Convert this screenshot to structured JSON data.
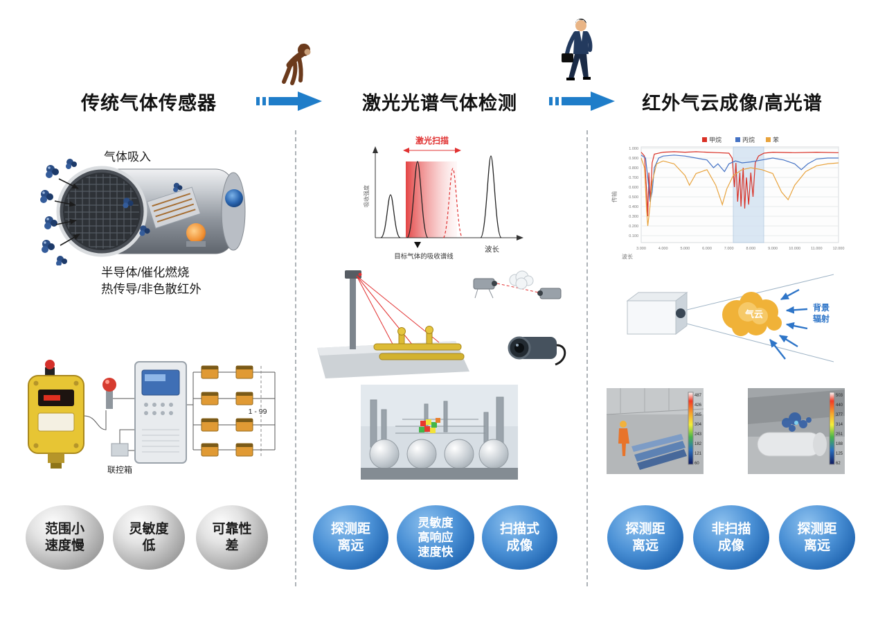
{
  "header": {
    "columns": [
      {
        "title": "传统气体传感器"
      },
      {
        "title": "激光光谱气体检测"
      },
      {
        "title": "红外气云成像/高光谱"
      }
    ]
  },
  "icons": {
    "evolution_stage_1": "chimpanzee-walking",
    "evolution_stage_2": "businessman-walking",
    "arrow": "right-arrow"
  },
  "colors": {
    "arrow_blue": "#1f7dc9",
    "bubble_blue": "#1f64b0",
    "bubble_gray": "#a9a9a9",
    "laser_red": "#e23030",
    "gas_cloud_yellow": "#f0b238"
  },
  "col1": {
    "intake_label": "气体吸入",
    "tech_lines": [
      "半导体/催化燃烧",
      "热传导/非色散红外"
    ],
    "controller_label": "联控箱",
    "network_range": "1 - 99",
    "bubbles": [
      {
        "text": "范围小\n速度慢"
      },
      {
        "text": "灵敏度\n低"
      },
      {
        "text": "可靠性\n差"
      }
    ]
  },
  "col2": {
    "bubbles": [
      {
        "text": "探测距\n离远"
      },
      {
        "text": "灵敏度\n高响应\n速度快"
      },
      {
        "text": "扫描式\n成像"
      }
    ]
  },
  "col3": {
    "cloud_label": "气云",
    "background_lines": [
      "背景",
      "辐射"
    ],
    "thermal1": {
      "scale": [
        "487",
        "426",
        "365",
        "304",
        "243",
        "182",
        "121",
        "60"
      ]
    },
    "thermal2": {
      "scale": [
        "503",
        "440",
        "377",
        "314",
        "251",
        "188",
        "125",
        "62"
      ]
    },
    "bubbles": [
      {
        "text": "探测距\n离远"
      },
      {
        "text": "非扫描\n成像"
      },
      {
        "text": "探测距\n离远"
      }
    ]
  },
  "chart_data": [
    {
      "id": "absorption-schematic",
      "type": "line",
      "title": "激光扫描",
      "xlabel": "波长",
      "ylabel": "吸收强度",
      "annotations": [
        "目标气体的吸收谱线"
      ],
      "description": "示意图：窄吸收峰谱线，红色区域为激光扫描范围，红色虚线峰为目标气体吸收谱线"
    },
    {
      "id": "transmission-spectra",
      "type": "line",
      "xlabel": "波长",
      "ylabel": "传输",
      "legend_position": "top",
      "xlim": [
        3,
        12
      ],
      "ylim": [
        0,
        1
      ],
      "x_ticks": [
        "3.000",
        "4.000",
        "5.000",
        "6.000",
        "7.000",
        "8.000",
        "9.000",
        "10.000",
        "11.000",
        "12.000"
      ],
      "y_ticks": [
        "1.000",
        "0.900",
        "0.800",
        "0.700",
        "0.600",
        "0.500",
        "0.400",
        "0.300",
        "0.200",
        "0.100"
      ],
      "highlight_band_x": [
        7.2,
        8.6
      ],
      "series": [
        {
          "name": "甲烷",
          "color": "#d93025",
          "points": [
            [
              3.0,
              0.96
            ],
            [
              3.15,
              0.92
            ],
            [
              3.25,
              0.55
            ],
            [
              3.3,
              0.3
            ],
            [
              3.35,
              0.75
            ],
            [
              3.42,
              0.45
            ],
            [
              3.5,
              0.85
            ],
            [
              3.6,
              0.94
            ],
            [
              4.0,
              0.96
            ],
            [
              4.5,
              0.965
            ],
            [
              5.0,
              0.96
            ],
            [
              5.5,
              0.965
            ],
            [
              6.0,
              0.96
            ],
            [
              6.5,
              0.955
            ],
            [
              7.0,
              0.95
            ],
            [
              7.15,
              0.9
            ],
            [
              7.25,
              0.6
            ],
            [
              7.32,
              0.85
            ],
            [
              7.4,
              0.45
            ],
            [
              7.5,
              0.75
            ],
            [
              7.55,
              0.4
            ],
            [
              7.65,
              0.8
            ],
            [
              7.72,
              0.38
            ],
            [
              7.8,
              0.7
            ],
            [
              7.9,
              0.42
            ],
            [
              8.0,
              0.75
            ],
            [
              8.1,
              0.5
            ],
            [
              8.2,
              0.85
            ],
            [
              8.35,
              0.92
            ],
            [
              8.6,
              0.95
            ],
            [
              9.0,
              0.96
            ],
            [
              10.0,
              0.955
            ],
            [
              11.0,
              0.96
            ],
            [
              12.0,
              0.955
            ]
          ]
        },
        {
          "name": "丙烷",
          "color": "#4472c4",
          "points": [
            [
              3.0,
              0.93
            ],
            [
              3.2,
              0.9
            ],
            [
              3.3,
              0.7
            ],
            [
              3.4,
              0.45
            ],
            [
              3.5,
              0.55
            ],
            [
              3.6,
              0.8
            ],
            [
              3.8,
              0.9
            ],
            [
              4.0,
              0.92
            ],
            [
              4.5,
              0.93
            ],
            [
              5.0,
              0.92
            ],
            [
              5.5,
              0.9
            ],
            [
              6.0,
              0.88
            ],
            [
              6.3,
              0.8
            ],
            [
              6.5,
              0.84
            ],
            [
              6.8,
              0.76
            ],
            [
              7.0,
              0.84
            ],
            [
              7.3,
              0.87
            ],
            [
              7.6,
              0.85
            ],
            [
              8.0,
              0.86
            ],
            [
              8.5,
              0.88
            ],
            [
              9.0,
              0.9
            ],
            [
              9.5,
              0.88
            ],
            [
              10.0,
              0.84
            ],
            [
              10.3,
              0.78
            ],
            [
              10.6,
              0.84
            ],
            [
              11.0,
              0.89
            ],
            [
              11.5,
              0.9
            ],
            [
              12.0,
              0.9
            ]
          ]
        },
        {
          "name": "苯",
          "color": "#e8a33d",
          "points": [
            [
              3.0,
              0.9
            ],
            [
              3.15,
              0.8
            ],
            [
              3.25,
              0.35
            ],
            [
              3.3,
              0.2
            ],
            [
              3.4,
              0.4
            ],
            [
              3.5,
              0.65
            ],
            [
              3.7,
              0.84
            ],
            [
              4.0,
              0.87
            ],
            [
              4.5,
              0.84
            ],
            [
              5.0,
              0.72
            ],
            [
              5.2,
              0.62
            ],
            [
              5.5,
              0.74
            ],
            [
              6.0,
              0.78
            ],
            [
              6.4,
              0.62
            ],
            [
              6.7,
              0.42
            ],
            [
              6.9,
              0.58
            ],
            [
              7.2,
              0.72
            ],
            [
              7.6,
              0.78
            ],
            [
              8.0,
              0.8
            ],
            [
              8.5,
              0.78
            ],
            [
              9.0,
              0.74
            ],
            [
              9.4,
              0.55
            ],
            [
              9.7,
              0.47
            ],
            [
              10.0,
              0.62
            ],
            [
              10.5,
              0.76
            ],
            [
              11.0,
              0.82
            ],
            [
              11.5,
              0.84
            ],
            [
              12.0,
              0.85
            ]
          ]
        }
      ]
    }
  ]
}
